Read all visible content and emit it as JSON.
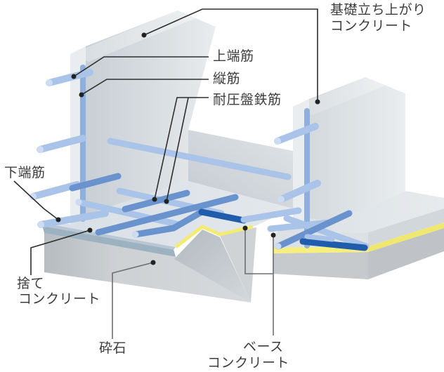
{
  "diagram": {
    "subject": "基礎配筋構造図 (foundation rebar cutaway diagram)",
    "labels": {
      "foundation_riser": {
        "line1": "基礎立ち上がり",
        "line2": "コンクリート"
      },
      "top_edge_rebar": {
        "text": "上端筋"
      },
      "vertical_rebar": {
        "text": "縦筋"
      },
      "pressure_slab_rebar": {
        "text": "耐圧盤鉄筋"
      },
      "bottom_edge_rebar": {
        "text": "下端筋"
      },
      "lean_concrete": {
        "line1": "捨て",
        "line2": "コンクリート"
      },
      "crushed_stone": {
        "text": "砕石"
      },
      "base_concrete": {
        "line1": "ベース",
        "line2": "コンクリート"
      }
    },
    "colors": {
      "rebar_light": "#a9c4e8",
      "rebar_medium": "#6a93cd",
      "rebar_dark": "#1f5cab",
      "rebar_vertical": "#8fb0dd",
      "rebar_cap": "#cddcf2",
      "base_concrete_yellow": "#f3eb72",
      "lean_concrete_blue_gray": "#9db2c1",
      "crushed_stone_gray": "#cbd0d4",
      "concrete_gray": "#e7eaec",
      "label_text": "#3c3c3c",
      "leader_dark": "#2e2e2e",
      "leader_gray": "#6f6f6f",
      "dot": "#222222"
    }
  }
}
